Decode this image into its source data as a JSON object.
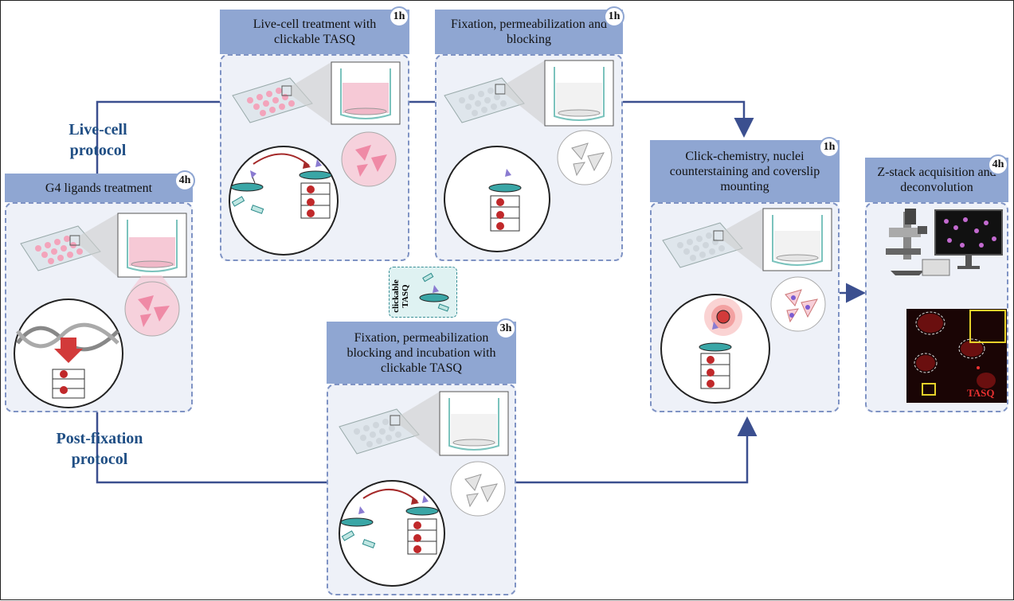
{
  "protocols": {
    "live_cell": "Live-cell\nprotocol",
    "post_fixation": "Post-fixation\nprotocol"
  },
  "steps": {
    "g4": {
      "title": "G4 ligands treatment",
      "duration": "4h"
    },
    "live_tasq": {
      "title": "Live-cell treatment with clickable TASQ",
      "duration": "1h"
    },
    "fix_block": {
      "title": "Fixation, permeabilization and blocking",
      "duration": "1h"
    },
    "fix_block_incub": {
      "title": "Fixation, permeabilization blocking and incubation with clickable TASQ",
      "duration": "3h"
    },
    "click": {
      "title": "Click-chemistry, nuclei counterstaining and coverslip mounting",
      "duration": "1h"
    },
    "zstack": {
      "title": "Z-stack acquisition and deconvolution",
      "duration": "4h"
    }
  },
  "legend": {
    "clickable_tasq": "clickable TASQ"
  },
  "image_label": "TASQ",
  "colors": {
    "header": "#8fa6d2",
    "panel_border": "#7f93c4",
    "panel_bg": "#eef1f8",
    "arrow": "#3b4f8f",
    "protocol_text": "#1f4e84",
    "pink_cells": "#f2a7bb",
    "teal": "#3aa6a6",
    "red": "#c0282a"
  }
}
